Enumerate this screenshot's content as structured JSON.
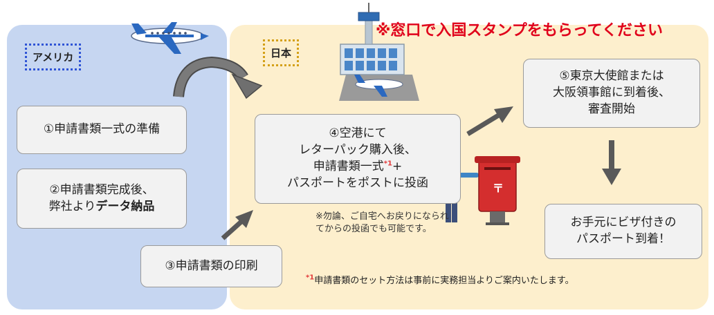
{
  "notice": "※窓口で入国スタンプをもらってください",
  "regions": {
    "usa": "アメリカ",
    "japan": "日本"
  },
  "steps": {
    "s1": "①申請書類一式の準備",
    "s2_line1": "②申請書類完成後、",
    "s2_line2_prefix": "弊社より",
    "s2_line2_bold": "データ納品",
    "s3": "③申請書類の印刷",
    "s4_line1": "④空港にて",
    "s4_line2": "レターパック購入後、",
    "s4_line3": "申請書類一式",
    "s4_sup": "*1",
    "s4_plus": "+",
    "s4_line4": "パスポートをポストに投函",
    "s5_line1": "⑤東京大使館または",
    "s5_line2": "大阪領事館に到着後、",
    "s5_line3": "審査開始",
    "s6_line1": "お手元にビザ付きの",
    "s6_line2": "パスポート到着！"
  },
  "note_small": "※勿論、ご自宅へお戻りになられてからの投函でも可能です。",
  "footnote": {
    "mark": "*1",
    "text": "申請書類のセット方法は事前に実務担当よりご案内いたします。"
  },
  "colors": {
    "usa_bg": "#c6d6f1",
    "japan_bg": "#fdefcd",
    "notice": "#e0001b",
    "arrow": "#595959"
  },
  "icons": [
    "airplane-icon",
    "airport-illustration",
    "mailbox-illustration",
    "person-illustration"
  ]
}
